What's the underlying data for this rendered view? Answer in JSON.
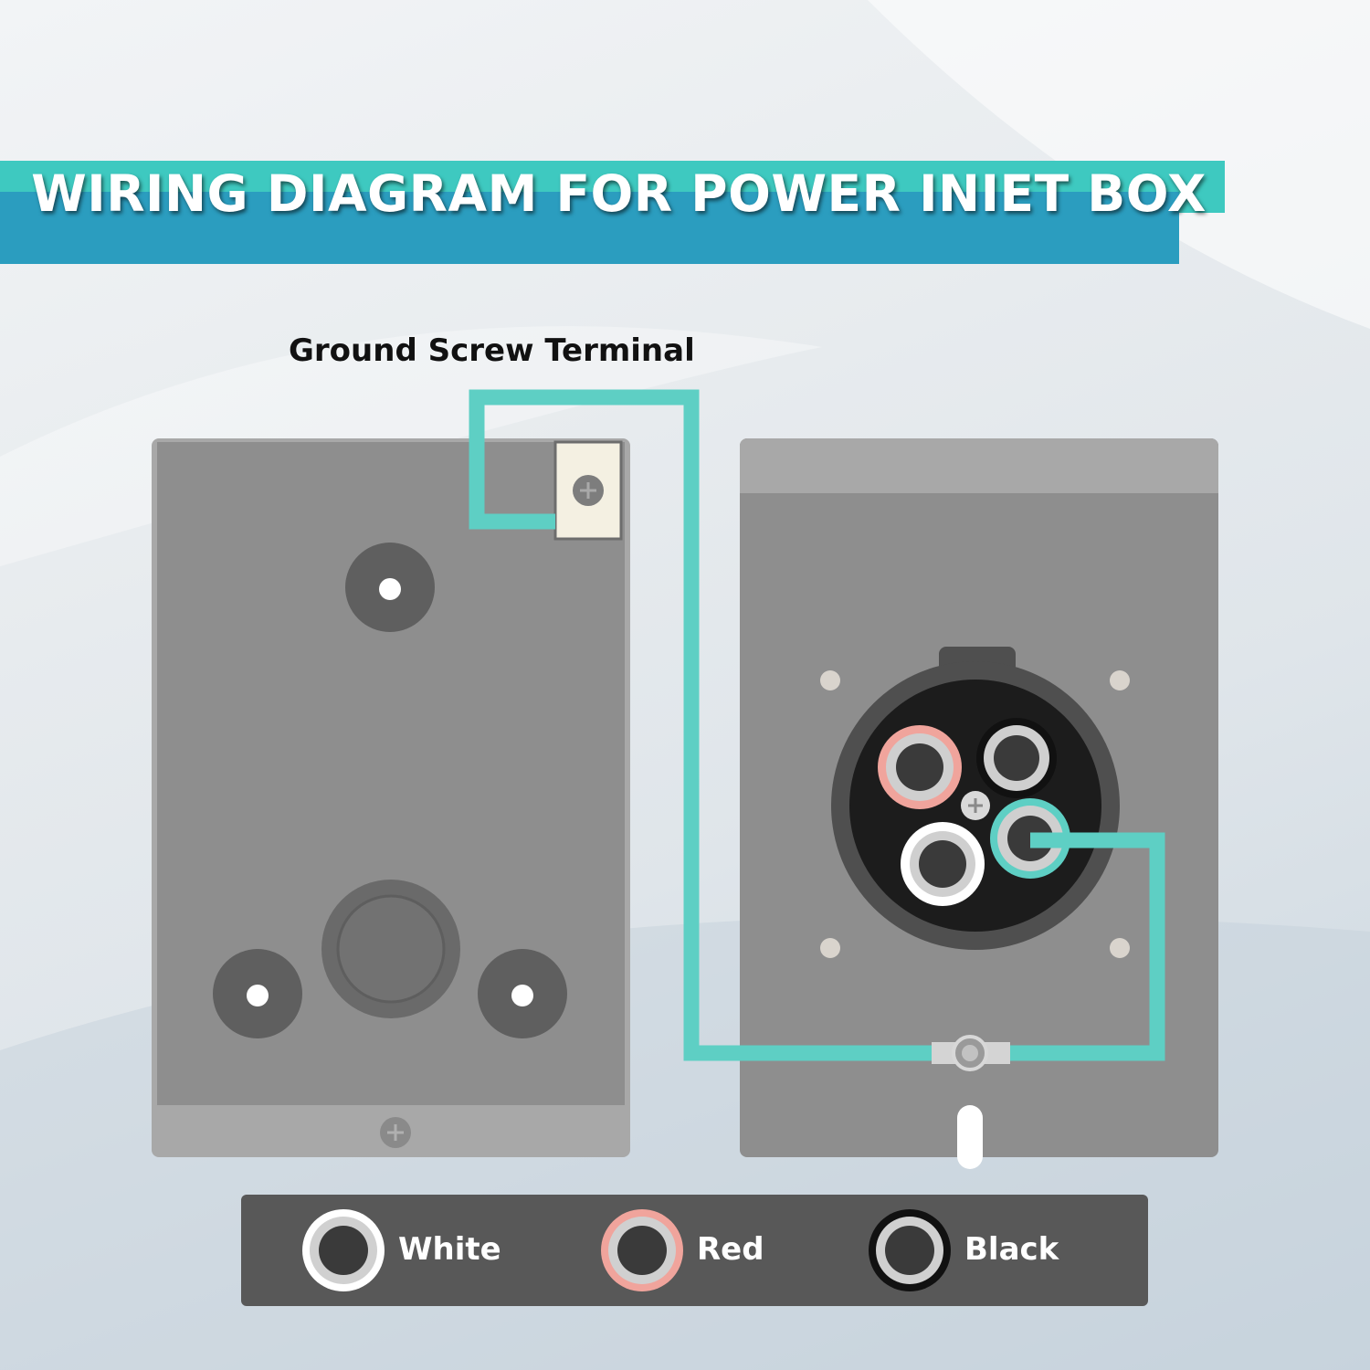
{
  "title": "WIRING DIAGRAM FOR POWER INIET BOX",
  "ground_label": "Ground Screw Terminal",
  "legend": {
    "white": "White",
    "red": "Red",
    "black": "Black"
  },
  "colors": {
    "banner_teal": "#3ec9c0",
    "banner_blue": "#2b9dbf",
    "wire": "#5ecfc4",
    "box_gray": "#8e8e8e",
    "legend_bg": "#585858",
    "ring_white": "#ffffff",
    "ring_red": "#f0a49c",
    "ring_black": "#111111"
  }
}
